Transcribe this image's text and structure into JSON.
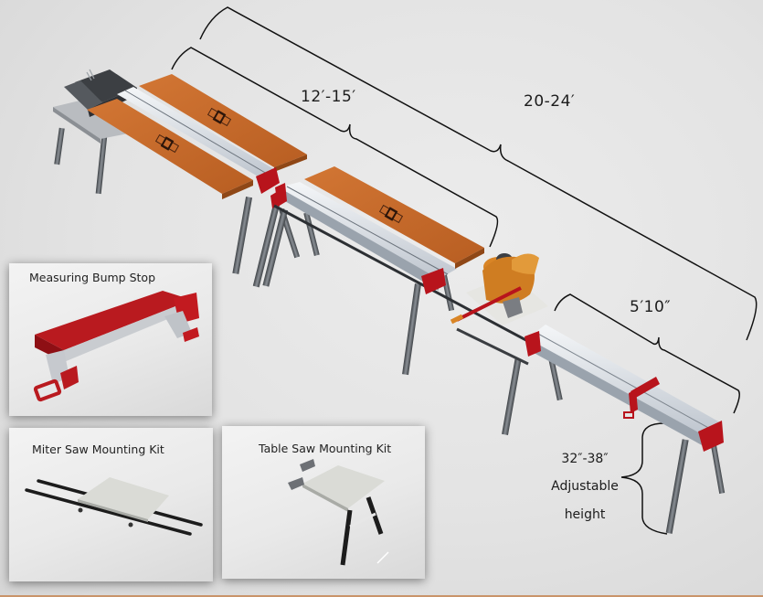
{
  "dimensions": {
    "short_run": "12′-15′",
    "long_run": "20-24′",
    "single_stand": "5′10″",
    "height_range": "32″-38″",
    "height_line1": "Adjustable",
    "height_line2": "height"
  },
  "insets": [
    {
      "title": "Measuring Bump Stop"
    },
    {
      "title": "Miter Saw Mounting Kit"
    },
    {
      "title": "Table Saw Mounting Kit"
    }
  ],
  "colors": {
    "board_orange": "#c8692a",
    "frame_red": "#b8141c",
    "rail_silver": "#d8dde3",
    "leg_grey": "#5a5e63",
    "bracket_line": "#111111",
    "bottom_strip": "#c9946a"
  }
}
